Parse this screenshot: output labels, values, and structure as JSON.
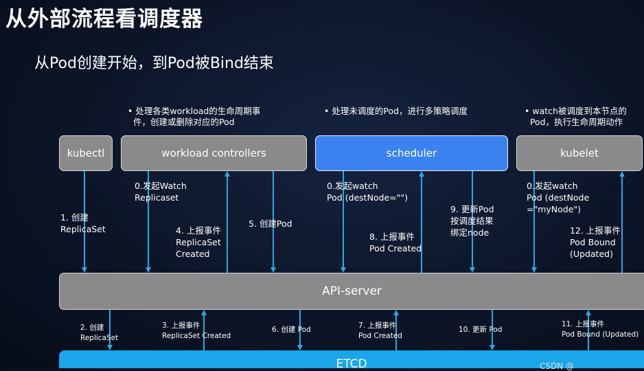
{
  "header": {
    "title": "从外部流程看调度器",
    "subtitle": "从Pod创建开始，到Pod被Bind结束"
  },
  "notes": {
    "workload": "• 处理各类workload的生命周期事\n  件，创建或删除对应的Pod",
    "scheduler": "• 处理未调度的Pod，进行多策略调度",
    "kubelet": "• watch被调度到本节点的\n  Pod，执行生命周期动作"
  },
  "components": {
    "kubectl": "kubectl",
    "workload_controllers": "workload controllers",
    "scheduler": "scheduler",
    "kubelet": "kubelet",
    "api_server": "API-server",
    "etcd": "ETCD"
  },
  "labels": {
    "step1": "1. 创建\nReplicaSet",
    "step0_wc": "0.发起Watch\nReplicaset",
    "step4": "4. 上报事件\nReplicaSet\nCreated",
    "step5": "5. 创建Pod",
    "step0_sched": "0.发起watch\nPod (destNode=\"\")",
    "step8": "8. 上报事件\nPod Created",
    "step9": "9. 更新Pod\n按调度结果\n绑定node",
    "step0_kubelet": "0.发起watch\nPod (destNode\n=\"myNode\")",
    "step12": "12. 上报事件\nPod Bound\n(Updated)",
    "step2": "2. 创建\nReplicaSet",
    "step3": "3. 上报事件\nReplicaSet Created",
    "step6": "6. 创建 Pod",
    "step7": "7. 上报事件\nPod Created",
    "step10": "10. 更新 Pod",
    "step11": "11. 上报事件\nPod Bound (Updated)"
  },
  "watermark": "CSDN @",
  "colors": {
    "arrow": "#2aa9e6",
    "box_gray": "#8a8a8a",
    "box_blue": "#3b82f0",
    "etcd": "#1aa6e8"
  }
}
